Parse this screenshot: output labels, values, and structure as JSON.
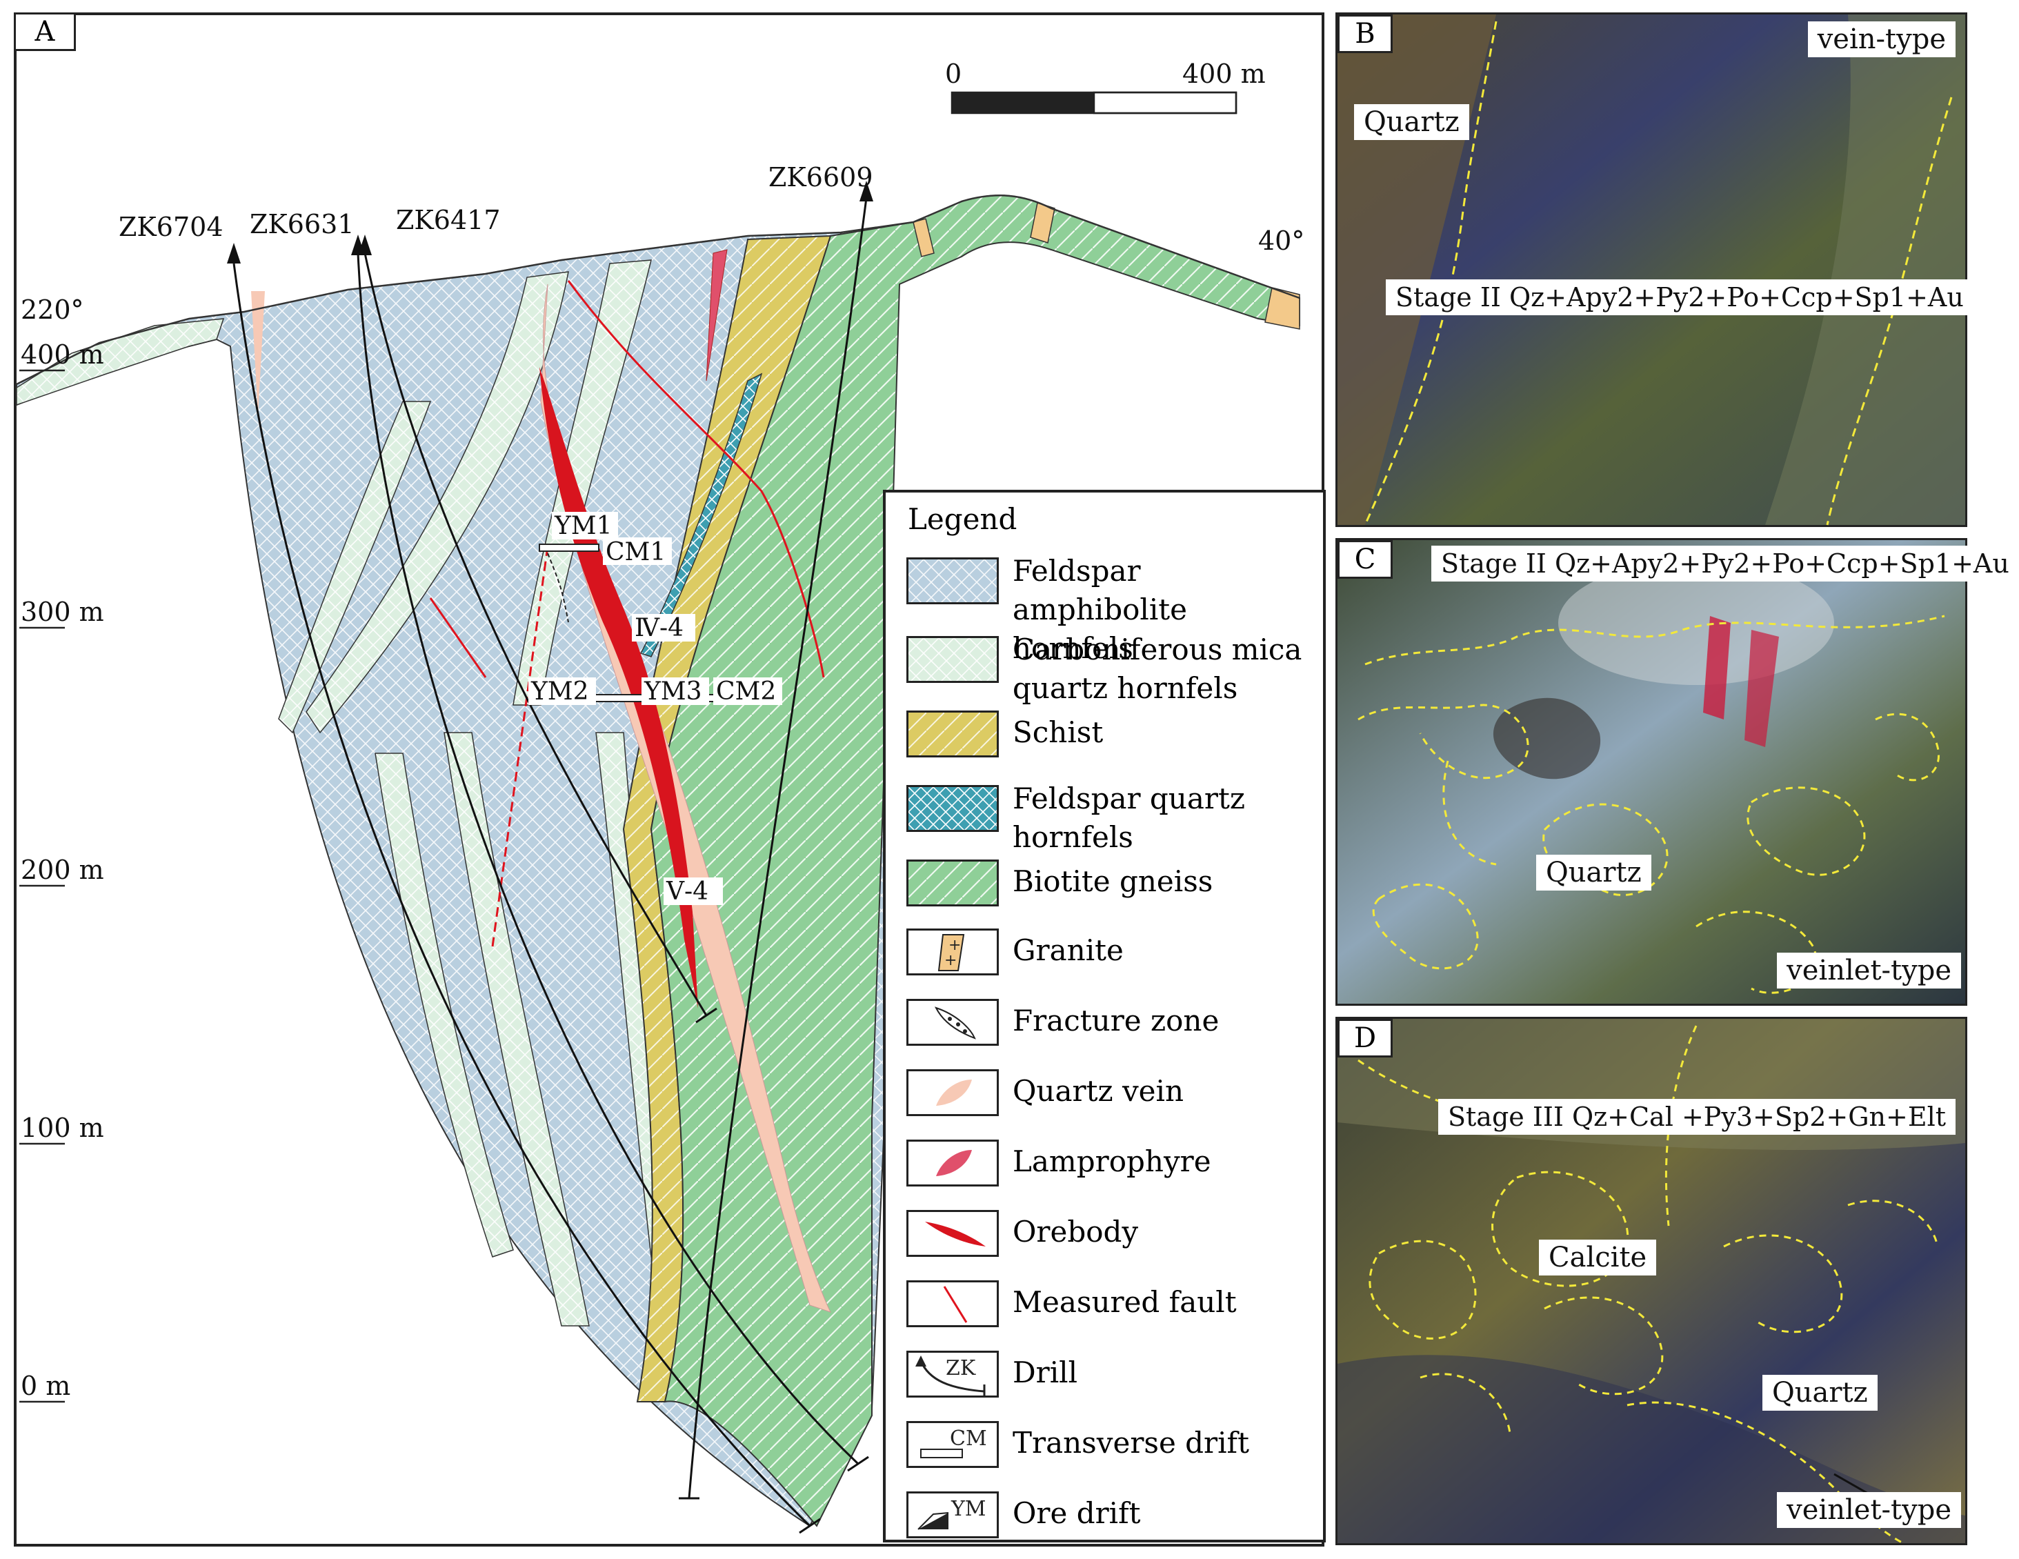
{
  "panel_a": {
    "letter": "A",
    "scale": {
      "zero": "0",
      "max": "400 m"
    },
    "orientation": {
      "left": "220°",
      "right": "40°"
    },
    "elevations": [
      "400 m",
      "300 m",
      "200 m",
      "100 m",
      "0 m"
    ],
    "drills": [
      "ZK6704",
      "ZK6631",
      "ZK6417",
      "ZK6609"
    ],
    "labels": {
      "ym1": "YM1",
      "cm1": "CM1",
      "iv4": "Ⅳ-4",
      "ym2": "YM2",
      "ym3": "YM3",
      "cm2": "CM2",
      "v4": "Ⅴ-4"
    },
    "legend": {
      "title": "Legend",
      "items": [
        {
          "label": "Feldspar amphibolite hornfels"
        },
        {
          "label": "Carboniferous mica quartz hornfels"
        },
        {
          "label": "Schist"
        },
        {
          "label": "Feldspar quartz hornfels"
        },
        {
          "label": "Biotite gneiss"
        },
        {
          "label": "Granite"
        },
        {
          "label": "Fracture zone"
        },
        {
          "label": "Quartz vein"
        },
        {
          "label": "Lamprophyre"
        },
        {
          "label": "Orebody"
        },
        {
          "label": "Measured fault"
        },
        {
          "label": "Drill",
          "symbol_text": "ZK"
        },
        {
          "label": "Transverse drift",
          "symbol_text": "CM"
        },
        {
          "label": "Ore drift",
          "symbol_text": "YM"
        }
      ]
    }
  },
  "panel_b": {
    "letter": "B",
    "type_label": "vein-type",
    "mineral_label": "Quartz",
    "stage_label": "Stage II Qz+Apy2+Py2+Po+Ccp+Sp1+Au"
  },
  "panel_c": {
    "letter": "C",
    "stage_label": "Stage II Qz+Apy2+Py2+Po+Ccp+Sp1+Au",
    "mineral_label": "Quartz",
    "type_label": "veinlet-type"
  },
  "panel_d": {
    "letter": "D",
    "stage_label": "Stage III Qz+Cal +Py3+Sp2+Gn+Elt",
    "mineral_label_1": "Calcite",
    "mineral_label_2": "Quartz",
    "type_label": "veinlet-type"
  },
  "colors": {
    "feldspar_amphibolite": "#b9cfdf",
    "mica_quartz": "#dcefe0",
    "schist": "#dccb63",
    "feldspar_quartz": "#3e9fb1",
    "biotite_gneiss": "#8fcf98",
    "granite": "#f3c98a",
    "quartz_vein": "#f7c9b5",
    "lamprophyre": "#e0506b",
    "orebody": "#d8141e",
    "fault": "#e0141e"
  }
}
